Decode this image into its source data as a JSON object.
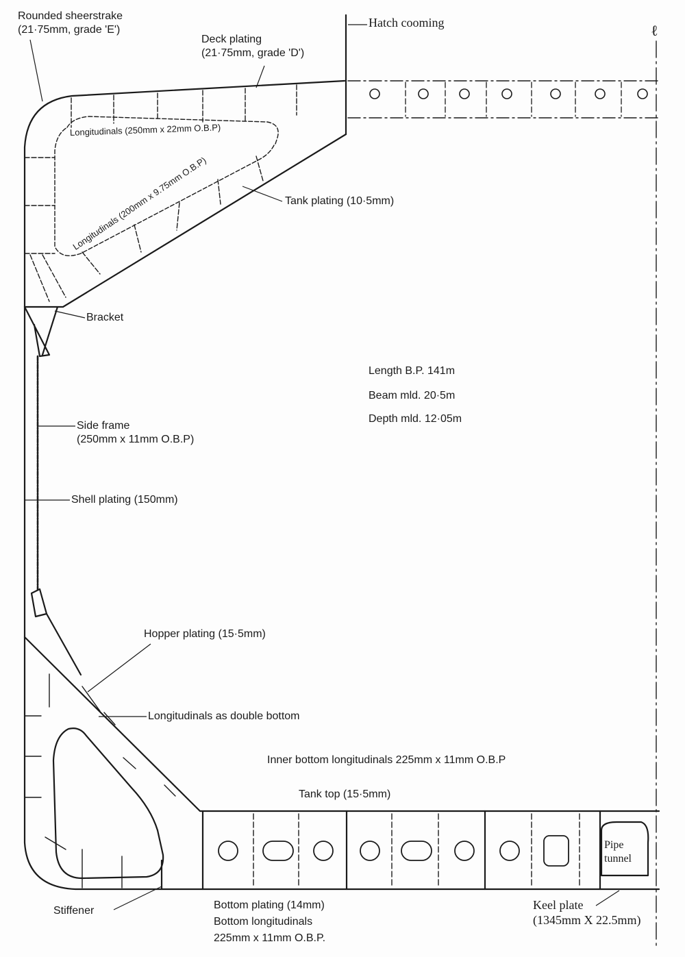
{
  "labels": {
    "rounded_sheerstrake": [
      "Rounded sheerstrake",
      "(21·75mm, grade 'E')"
    ],
    "deck_plating": [
      "Deck plating",
      "(21·75mm, grade 'D')"
    ],
    "hatch_coaming": "Hatch cooming",
    "centreline_mark": "ℓ",
    "upper_longitudinals": "Longitudinals (250mm x 22mm O.B.P)",
    "tank_longitudinals": "Longitudinals (200mm x 9.75mm O.B.P)",
    "tank_plating": "Tank plating (10·5mm)",
    "bracket": "Bracket",
    "length_bp": "Length B.P.  141m",
    "beam_mld": "Beam mld.  20·5m",
    "depth_mld": "Depth mld.  12·05m",
    "side_frame": [
      "Side frame",
      "(250mm x 11mm O.B.P)"
    ],
    "shell_plating": "Shell plating (150mm)",
    "hopper_plating": "Hopper plating (15·5mm)",
    "hopper_longitudinals": "Longitudinals as double bottom",
    "inner_bottom_longitudinals": "Inner bottom longitudinals  225mm x 11mm O.B.P",
    "tank_top": "Tank top (15·5mm)",
    "pipe_tunnel": [
      "Pipe",
      "tunnel"
    ],
    "stiffener": "Stiffener",
    "bottom_plating": [
      "Bottom plating (14mm)",
      "Bottom longitudinals",
      "225mm x 11mm O.B.P."
    ],
    "keel_plate": [
      "Keel plate",
      "(1345mm X 22.5mm)"
    ]
  }
}
